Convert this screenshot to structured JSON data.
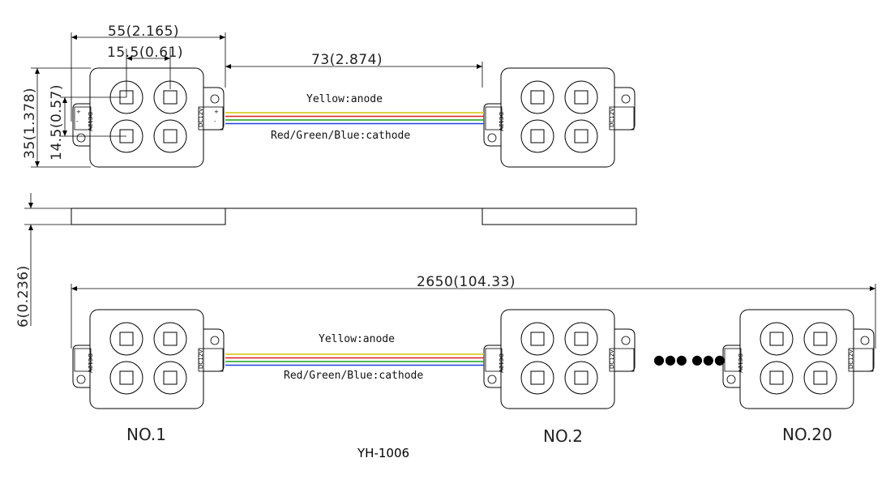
{
  "dimensions": {
    "module_width": "55(2.165)",
    "led_pitch_x": "15.5(0.61)",
    "wire_length": "73(2.874)",
    "module_height": "35(1.378)",
    "led_pitch_y": "14.5(0.57)",
    "thickness": "6(0.236)",
    "total_length": "2650(104.33)"
  },
  "wires": {
    "anode": "Yellow:anode",
    "cathode": "Red/Green/Blue:cathode",
    "colors": [
      "#d4c400",
      "#e02020",
      "#18a018",
      "#2040e0"
    ]
  },
  "module_labels": {
    "voltage": "DC12V",
    "plus": "+",
    "minus": "-"
  },
  "ellipsis": "●●● ●●●",
  "module_numbers": [
    "NO.1",
    "NO.2",
    "NO.20"
  ],
  "model": "YH-1006"
}
